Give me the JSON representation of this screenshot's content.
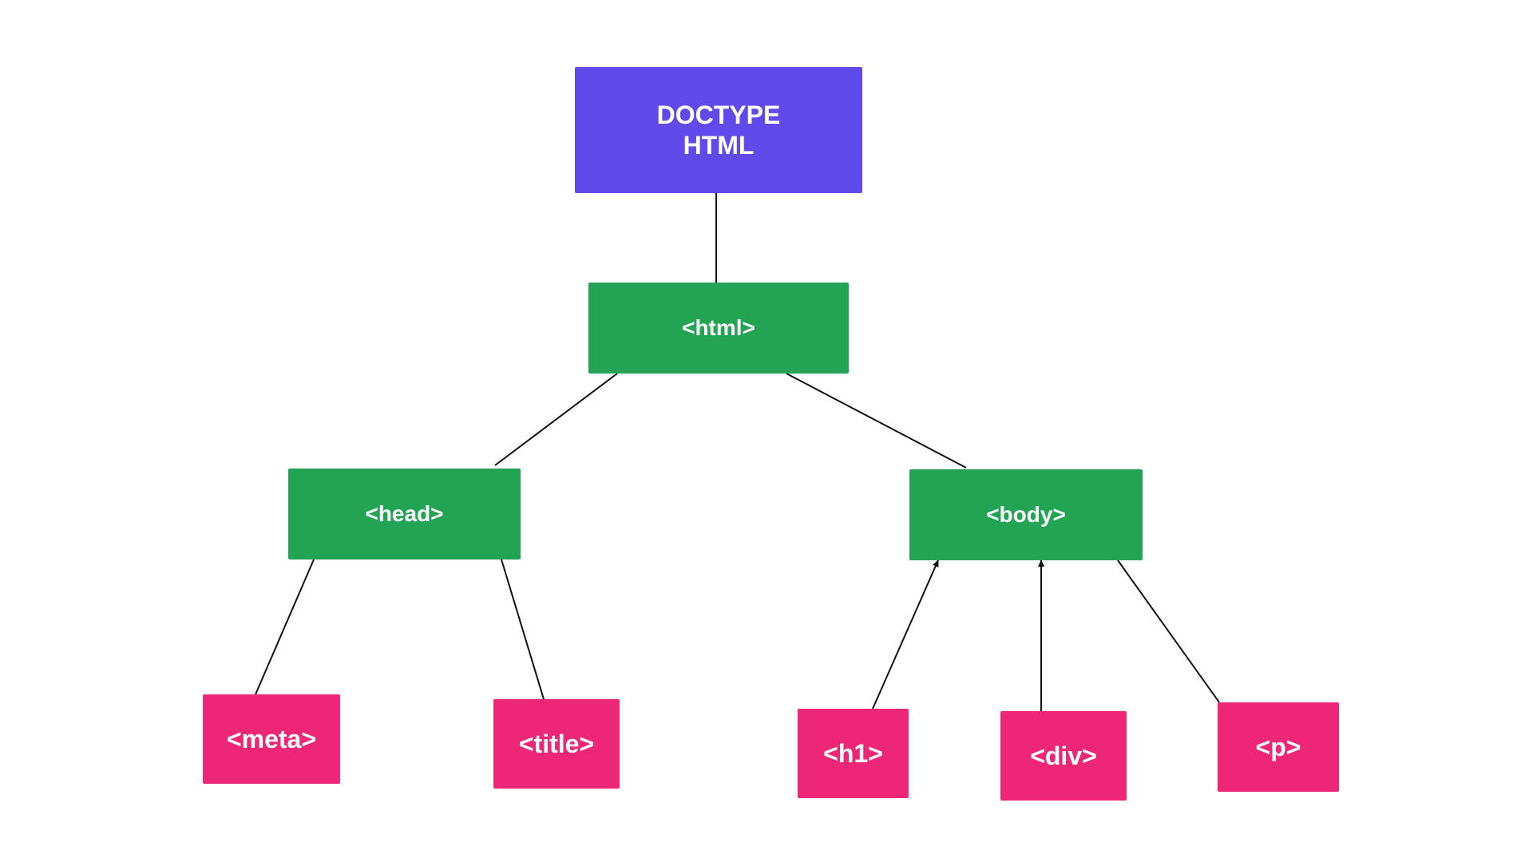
{
  "colors": {
    "root": "#604BEA",
    "branch": "#23A455",
    "leaf": "#EE2677",
    "edge": "#111111",
    "text": "#FFFFFF"
  },
  "nodes": {
    "doctype": {
      "line1": "DOCTYPE",
      "line2": "HTML"
    },
    "html": "<html>",
    "head": "<head>",
    "body": "<body>",
    "meta": "<meta>",
    "title": "<title>",
    "h1": "<h1>",
    "div": "<div>",
    "p": "<p>"
  },
  "edges": [
    {
      "from": "doctype",
      "to": "html",
      "arrow": false
    },
    {
      "from": "html",
      "to": "head",
      "arrow": false
    },
    {
      "from": "html",
      "to": "body",
      "arrow": false
    },
    {
      "from": "head",
      "to": "meta",
      "arrow": false
    },
    {
      "from": "head",
      "to": "title",
      "arrow": false
    },
    {
      "from": "h1",
      "to": "body",
      "arrow": true
    },
    {
      "from": "div",
      "to": "body",
      "arrow": true
    },
    {
      "from": "body",
      "to": "p",
      "arrow": false
    }
  ]
}
